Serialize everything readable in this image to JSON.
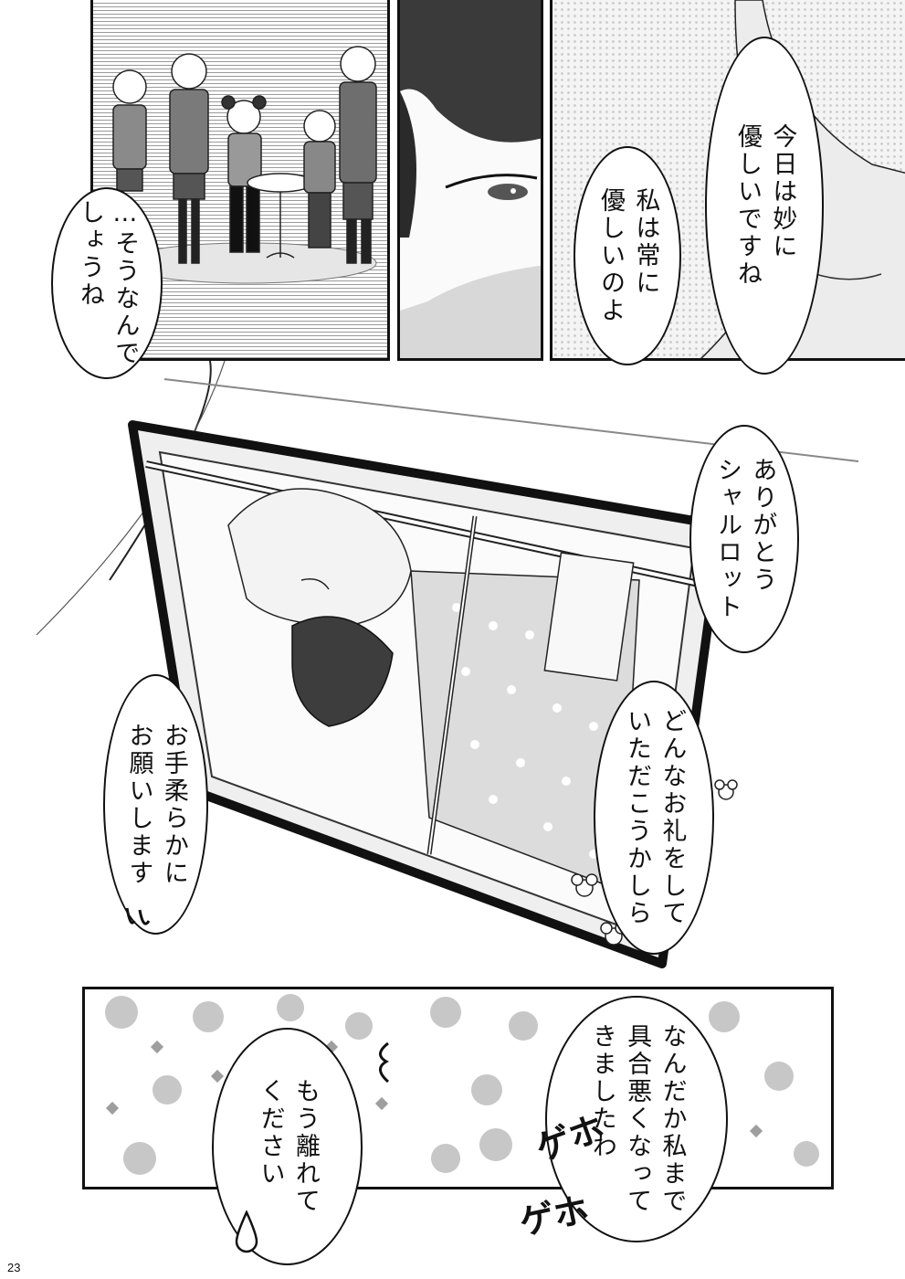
{
  "dialogue": {
    "line1": "今日は妙に\n優しいですね",
    "line2": "私は常に\n優しいのよ",
    "line3": "…そうなんで\nしょうね",
    "line4": "ありがとう\nシャルロット",
    "line5": "どんなお礼をして\nいただこうかしら",
    "line6": "お手柔らかに\nお願いします",
    "line7": "なんだか私まで\n具合悪くなって\nきましたわ",
    "line8": "もう離れて\nください"
  },
  "sfx": {
    "cough1": "ゲホ",
    "cough2": "ゲホ"
  },
  "page_number": "23"
}
